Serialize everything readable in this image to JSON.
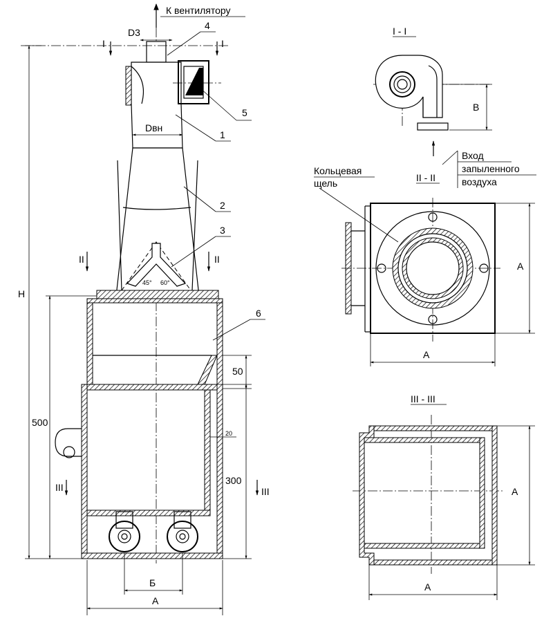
{
  "labels": {
    "fan": "К вентилятору",
    "d3": "D3",
    "dvn": "Dвн",
    "h": "H",
    "dim_500": "500",
    "dim_300": "300",
    "dim_50": "50",
    "dim_20": "20",
    "dim_a": "А",
    "dim_b_cyr": "Б",
    "dim_v": "В",
    "angle_45": "45°",
    "angle_60": "60°",
    "inlet_line1": "Вход",
    "inlet_line2": "запыленного",
    "inlet_line3": "воздуха",
    "annular_line1": "Кольцевая",
    "annular_line2": "щель"
  },
  "callouts": [
    "1",
    "2",
    "3",
    "4",
    "5",
    "6"
  ],
  "sections": {
    "s1": "I - I",
    "s2": "II - II",
    "s3": "III - III",
    "m1": "I",
    "m2": "II",
    "m3": "III"
  }
}
